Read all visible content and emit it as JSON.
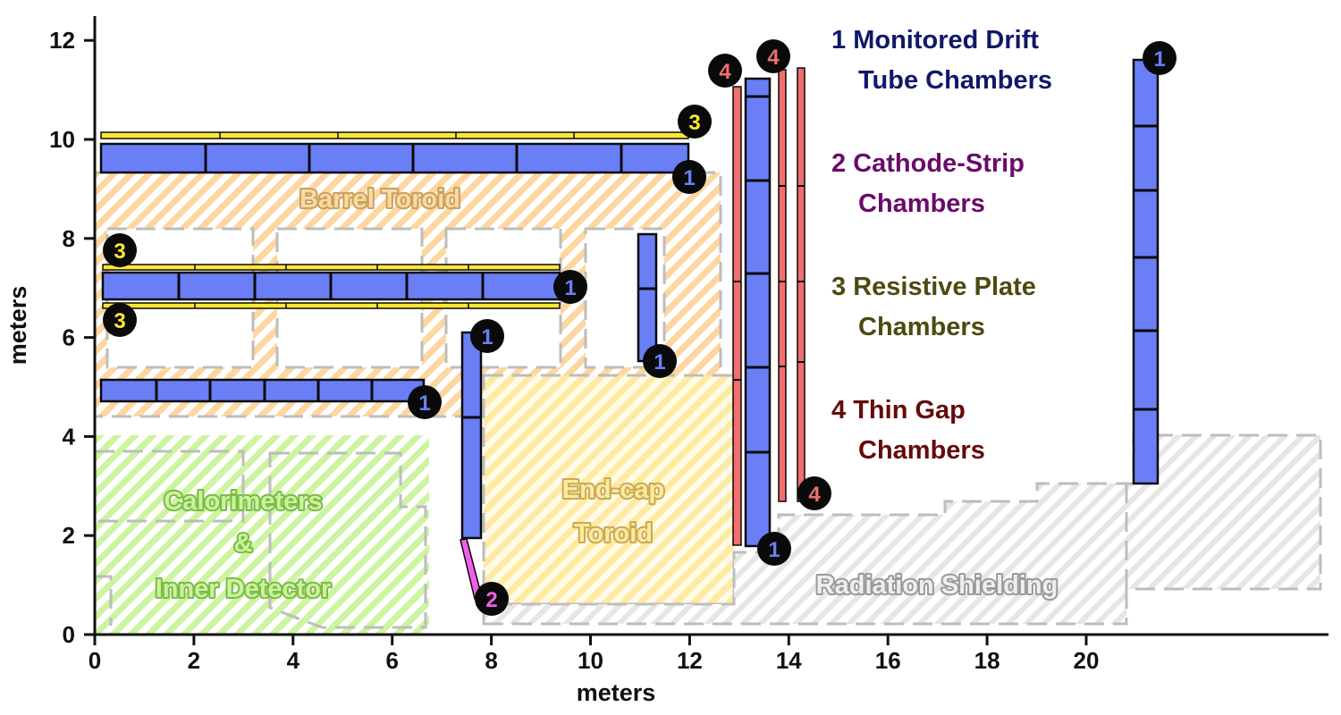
{
  "axes": {
    "x_label": "meters",
    "y_label": "meters",
    "x_ticks": [
      0,
      2,
      4,
      6,
      8,
      10,
      12,
      14,
      16,
      18,
      20
    ],
    "y_ticks": [
      0,
      2,
      4,
      6,
      8,
      10,
      12
    ],
    "x_range": [
      0,
      24.5
    ],
    "y_range": [
      0,
      12.4
    ]
  },
  "regions": {
    "barrel_toroid": "Barrel Toroid",
    "endcap_toroid_line1": "End-cap",
    "endcap_toroid_line2": "Toroid",
    "calorimeters_line1": "Calorimeters",
    "calorimeters_line2": "&",
    "calorimeters_line3": "Inner Detector",
    "radiation_shielding": "Radiation Shielding"
  },
  "legend": [
    {
      "number": "1",
      "line1": "Monitored Drift",
      "line2": "Tube Chambers",
      "color": "#10186a"
    },
    {
      "number": "2",
      "line1": "Cathode-Strip",
      "line2": "Chambers",
      "color": "#6a0a6a"
    },
    {
      "number": "3",
      "line1": "Resistive Plate",
      "line2": "Chambers",
      "color": "#4d4a10"
    },
    {
      "number": "4",
      "line1": "Thin Gap",
      "line2": "Chambers",
      "color": "#660a0a"
    }
  ],
  "badges": {
    "mdt": "1",
    "csc": "2",
    "rpc": "3",
    "tgc": "4"
  },
  "colors": {
    "mdt": "#6a7ff5",
    "csc": "#ef5fe8",
    "rpc": "#fce833",
    "tgc": "#f06e6e",
    "badge_bg": "#0a0a0a",
    "badge_mdt_text": "#6a7ff5",
    "badge_csc_text": "#ef5fe8",
    "badge_rpc_text": "#fce833",
    "badge_tgc_text": "#f06e6e",
    "barrel_hatch": "#fdd39a",
    "endcap_hatch": "#fde9a0",
    "calo_hatch": "#c9f29a",
    "shield_hatch": "#e2e2e2"
  }
}
